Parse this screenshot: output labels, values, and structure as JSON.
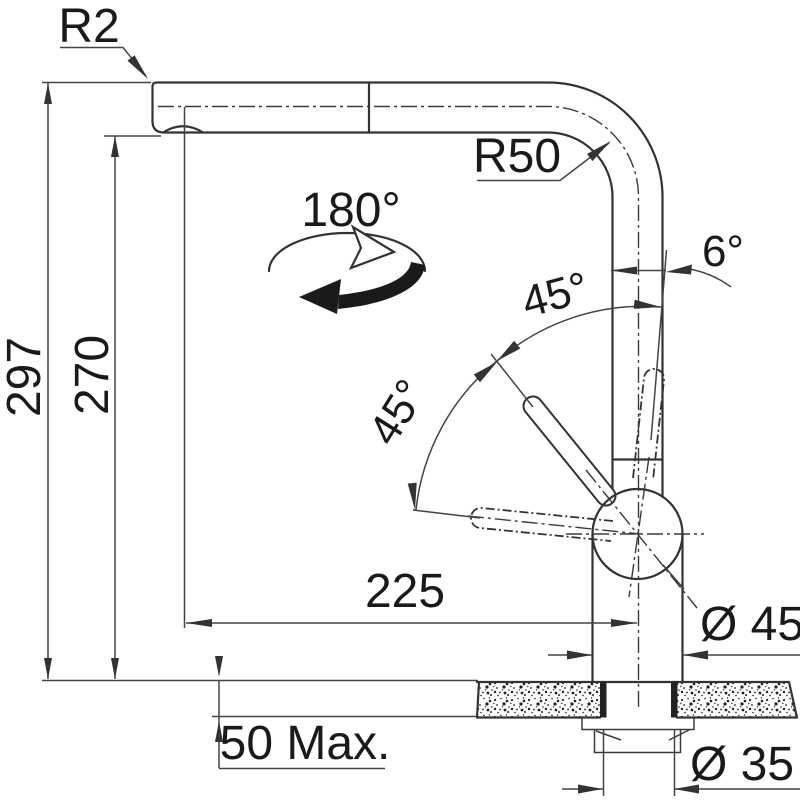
{
  "drawing": {
    "type": "technical-dimension-drawing",
    "subject": "pull-out kitchen faucet, side elevation with installation dimensions"
  },
  "colors": {
    "line": "#333333",
    "dimension": "#444444",
    "text": "#1a1a1a",
    "background": "#ffffff"
  },
  "labels": {
    "r2": "R2",
    "r50": "R50",
    "rotation": "180°",
    "tilt": "6°",
    "angle_upper": "45°",
    "angle_lower": "45°",
    "height_total": "297",
    "height_spout": "270",
    "reach": "225",
    "dia_body": "Ø 45",
    "dia_hole": "Ø 35",
    "counter_max": "50 Max."
  }
}
